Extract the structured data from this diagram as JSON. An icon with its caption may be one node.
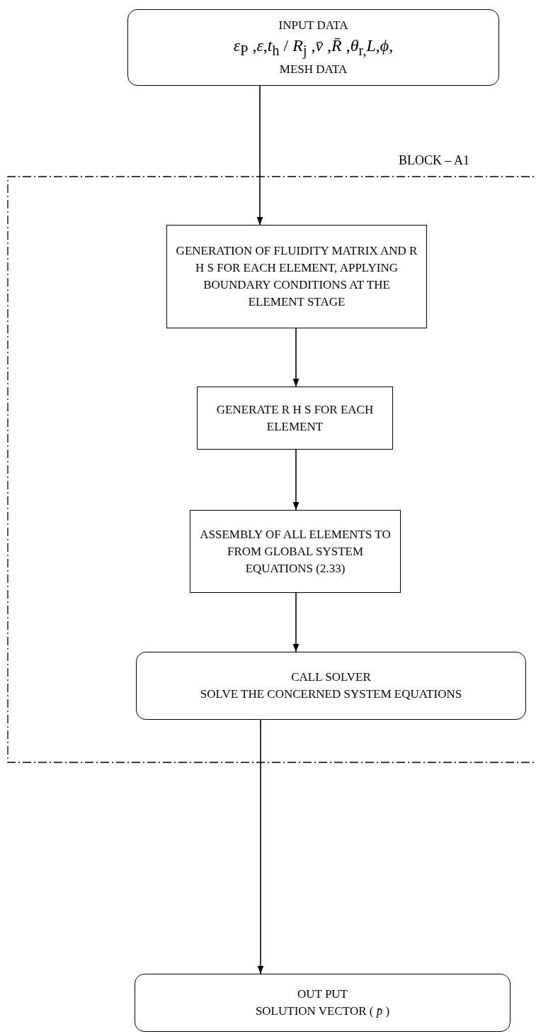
{
  "diagram": {
    "nodes": [
      {
        "text": [
          "INPUT DATA",
          "*ε*$_{P}$ ,*ε*,*t*$_{h}$ / *R*$_{j}$ ,*v̄* ,*R̄* ,*θ*$_{r,}$*L*,*ϕ*,",
          "MESH DATA"
        ]
      },
      {
        "text": [
          "BLOCK – A1"
        ]
      },
      {
        "text": [
          "GENERATION OF FLUIDITY MATRIX AND R H S FOR EACH ELEMENT, APPLYING BOUNDARY CONDITIONS AT THE ELEMENT STAGE"
        ],
        "in": 1
      },
      {
        "text": [
          "GENERATE R H S FOR EACH ELEMENT"
        ],
        "in": 1
      },
      {
        "text": [
          "ASSEMBLY OF ALL ELEMENTS TO FROM GLOBAL SYSTEM EQUATIONS (2.33)"
        ],
        "in": 1
      },
      {
        "text": [
          "CALL SOLVER",
          "SOLVE THE CONCERNED SYSTEM EQUATIONS"
        ],
        "in": 1
      },
      {
        "text": [
          "OUT PUT",
          "SOLUTION VECTOR ( *p̄* )"
        ]
      }
    ],
    "edges": [
      {
        "from": 0,
        "to": 2,
        "arrow": "to"
      },
      {
        "from": 2,
        "to": 3,
        "arrow": "to"
      },
      {
        "from": 3,
        "to": 4,
        "arrow": "to"
      },
      {
        "from": 4,
        "to": 5,
        "arrow": "to"
      },
      {
        "from": 5,
        "to": 6,
        "arrow": "to"
      }
    ]
  }
}
